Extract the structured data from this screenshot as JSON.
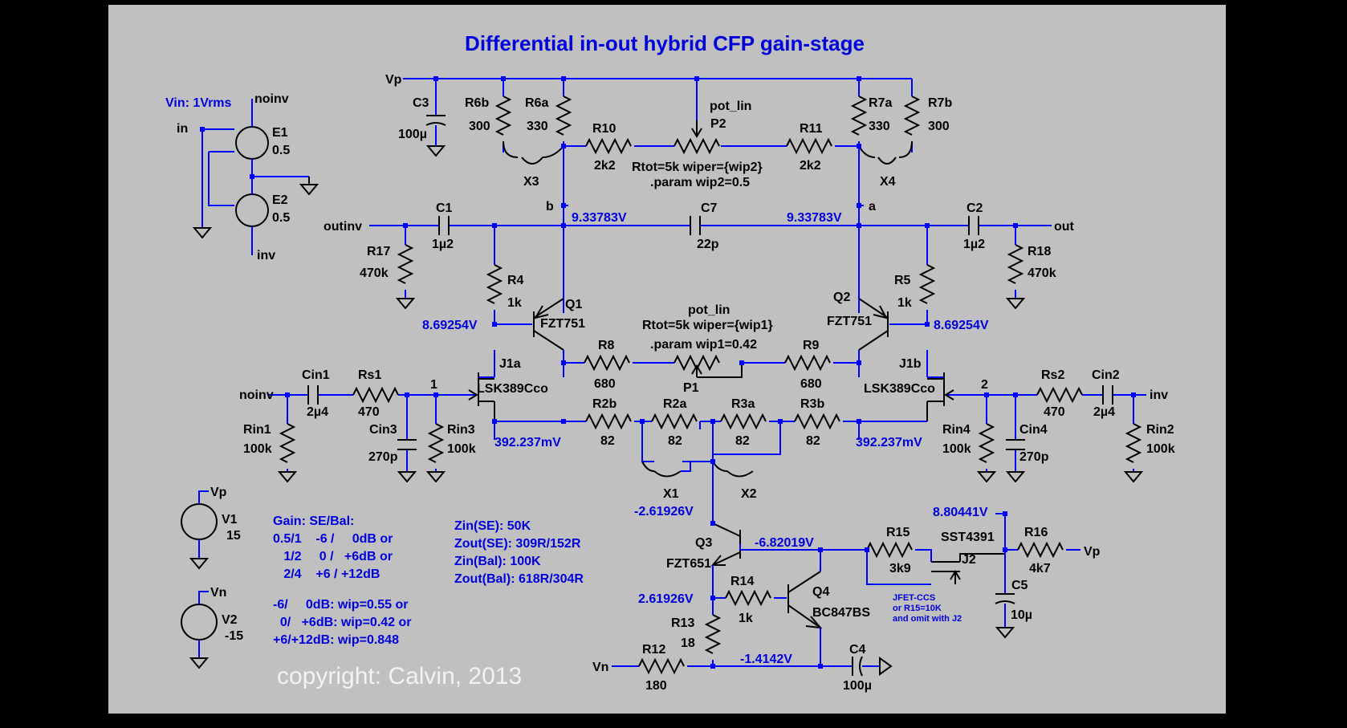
{
  "title": "Differential in-out hybrid CFP gain-stage",
  "copyright": "copyright: Calvin, 2013",
  "nets": {
    "vp": "Vp",
    "vn": "Vn",
    "in": "in",
    "noinv": "noinv",
    "inv": "inv",
    "outinv": "outinv",
    "out": "out",
    "node_a": "a",
    "node_b": "b",
    "node_1": "1",
    "node_2": "2"
  },
  "vin_label": "Vin: 1Vrms",
  "components": {
    "E1": {
      "ref": "E1",
      "value": "0.5"
    },
    "E2": {
      "ref": "E2",
      "value": "0.5"
    },
    "C3": {
      "ref": "C3",
      "value": "100µ"
    },
    "R6b": {
      "ref": "R6b",
      "value": "300"
    },
    "R6a": {
      "ref": "R6a",
      "value": "330"
    },
    "R7a": {
      "ref": "R7a",
      "value": "330"
    },
    "R7b": {
      "ref": "R7b",
      "value": "300"
    },
    "R10": {
      "ref": "R10",
      "value": "2k2"
    },
    "R11": {
      "ref": "R11",
      "value": "2k2"
    },
    "P2": {
      "ref": "P2",
      "model": "pot_lin",
      "params": "Rtot=5k wiper={wip2}",
      "param_line": ".param wip2=0.5"
    },
    "X3": {
      "ref": "X3"
    },
    "X4": {
      "ref": "X4"
    },
    "C1": {
      "ref": "C1",
      "value": "1µ2"
    },
    "C7": {
      "ref": "C7",
      "value": "22p"
    },
    "C2": {
      "ref": "C2",
      "value": "1µ2"
    },
    "R17": {
      "ref": "R17",
      "value": "470k"
    },
    "R18": {
      "ref": "R18",
      "value": "470k"
    },
    "R4": {
      "ref": "R4",
      "value": "1k"
    },
    "R5": {
      "ref": "R5",
      "value": "1k"
    },
    "Q1": {
      "ref": "Q1",
      "value": "FZT751"
    },
    "Q2": {
      "ref": "Q2",
      "value": "FZT751"
    },
    "P1": {
      "ref": "P1",
      "model": "pot_lin",
      "params": "Rtot=5k wiper={wip1}",
      "param_line": ".param wip1=0.42"
    },
    "R8": {
      "ref": "R8",
      "value": "680"
    },
    "R9": {
      "ref": "R9",
      "value": "680"
    },
    "J1a": {
      "ref": "J1a",
      "value": "LSK389Cco"
    },
    "J1b": {
      "ref": "J1b",
      "value": "LSK389Cco"
    },
    "Cin1": {
      "ref": "Cin1",
      "value": "2µ4"
    },
    "Rs1": {
      "ref": "Rs1",
      "value": "470"
    },
    "Cin3": {
      "ref": "Cin3",
      "value": "270p"
    },
    "Rin1": {
      "ref": "Rin1",
      "value": "100k"
    },
    "Rin3": {
      "ref": "Rin3",
      "value": "100k"
    },
    "Cin2": {
      "ref": "Cin2",
      "value": "2µ4"
    },
    "Rs2": {
      "ref": "Rs2",
      "value": "470"
    },
    "Cin4": {
      "ref": "Cin4",
      "value": "270p"
    },
    "Rin2": {
      "ref": "Rin2",
      "value": "100k"
    },
    "Rin4": {
      "ref": "Rin4",
      "value": "100k"
    },
    "R2b": {
      "ref": "R2b",
      "value": "82"
    },
    "R2a": {
      "ref": "R2a",
      "value": "82"
    },
    "R3a": {
      "ref": "R3a",
      "value": "82"
    },
    "R3b": {
      "ref": "R3b",
      "value": "82"
    },
    "X1": {
      "ref": "X1"
    },
    "X2": {
      "ref": "X2"
    },
    "Q3": {
      "ref": "Q3",
      "value": "FZT651"
    },
    "Q4": {
      "ref": "Q4",
      "value": "BC847BS"
    },
    "R14": {
      "ref": "R14",
      "value": "1k"
    },
    "R13": {
      "ref": "R13",
      "value": "18"
    },
    "R12": {
      "ref": "R12",
      "value": "180"
    },
    "C4": {
      "ref": "C4",
      "value": "100µ"
    },
    "R15": {
      "ref": "R15",
      "value": "3k9"
    },
    "J2": {
      "ref": "J2",
      "value": "SST4391"
    },
    "R16": {
      "ref": "R16",
      "value": "4k7"
    },
    "C5": {
      "ref": "C5",
      "value": "10µ"
    },
    "V1": {
      "ref": "V1",
      "value": "15"
    },
    "V2": {
      "ref": "V2",
      "value": "-15"
    }
  },
  "voltages": {
    "v_b": "9.33783V",
    "v_a": "9.33783V",
    "v_q1b": "8.69254V",
    "v_q2b": "8.69254V",
    "v_src_l": "392.237mV",
    "v_src_r": "392.237mV",
    "v_q3c": "-2.61926V",
    "v_q4c": "-6.82019V",
    "v_q3e": "2.61926V",
    "v_neg": "-1.4142V",
    "v_ccs": "8.80441V"
  },
  "ccs_note": [
    "JFET-CCS",
    "or R15=10K",
    "and omit with J2"
  ],
  "gain_notes": [
    "Gain: SE/Bal:",
    "0.5/1    -6 /     0dB or",
    "   1/2     0 /   +6dB or",
    "   2/4    +6 / +12dB",
    "",
    "-6/     0dB: wip=0.55 or",
    "  0/   +6dB: wip=0.42 or",
    "+6/+12dB: wip=0.848"
  ],
  "z_notes": [
    "Zin(SE): 50K",
    "Zout(SE): 309R/152R",
    "Zin(Bal): 100K",
    "Zout(Bal): 618R/304R"
  ]
}
